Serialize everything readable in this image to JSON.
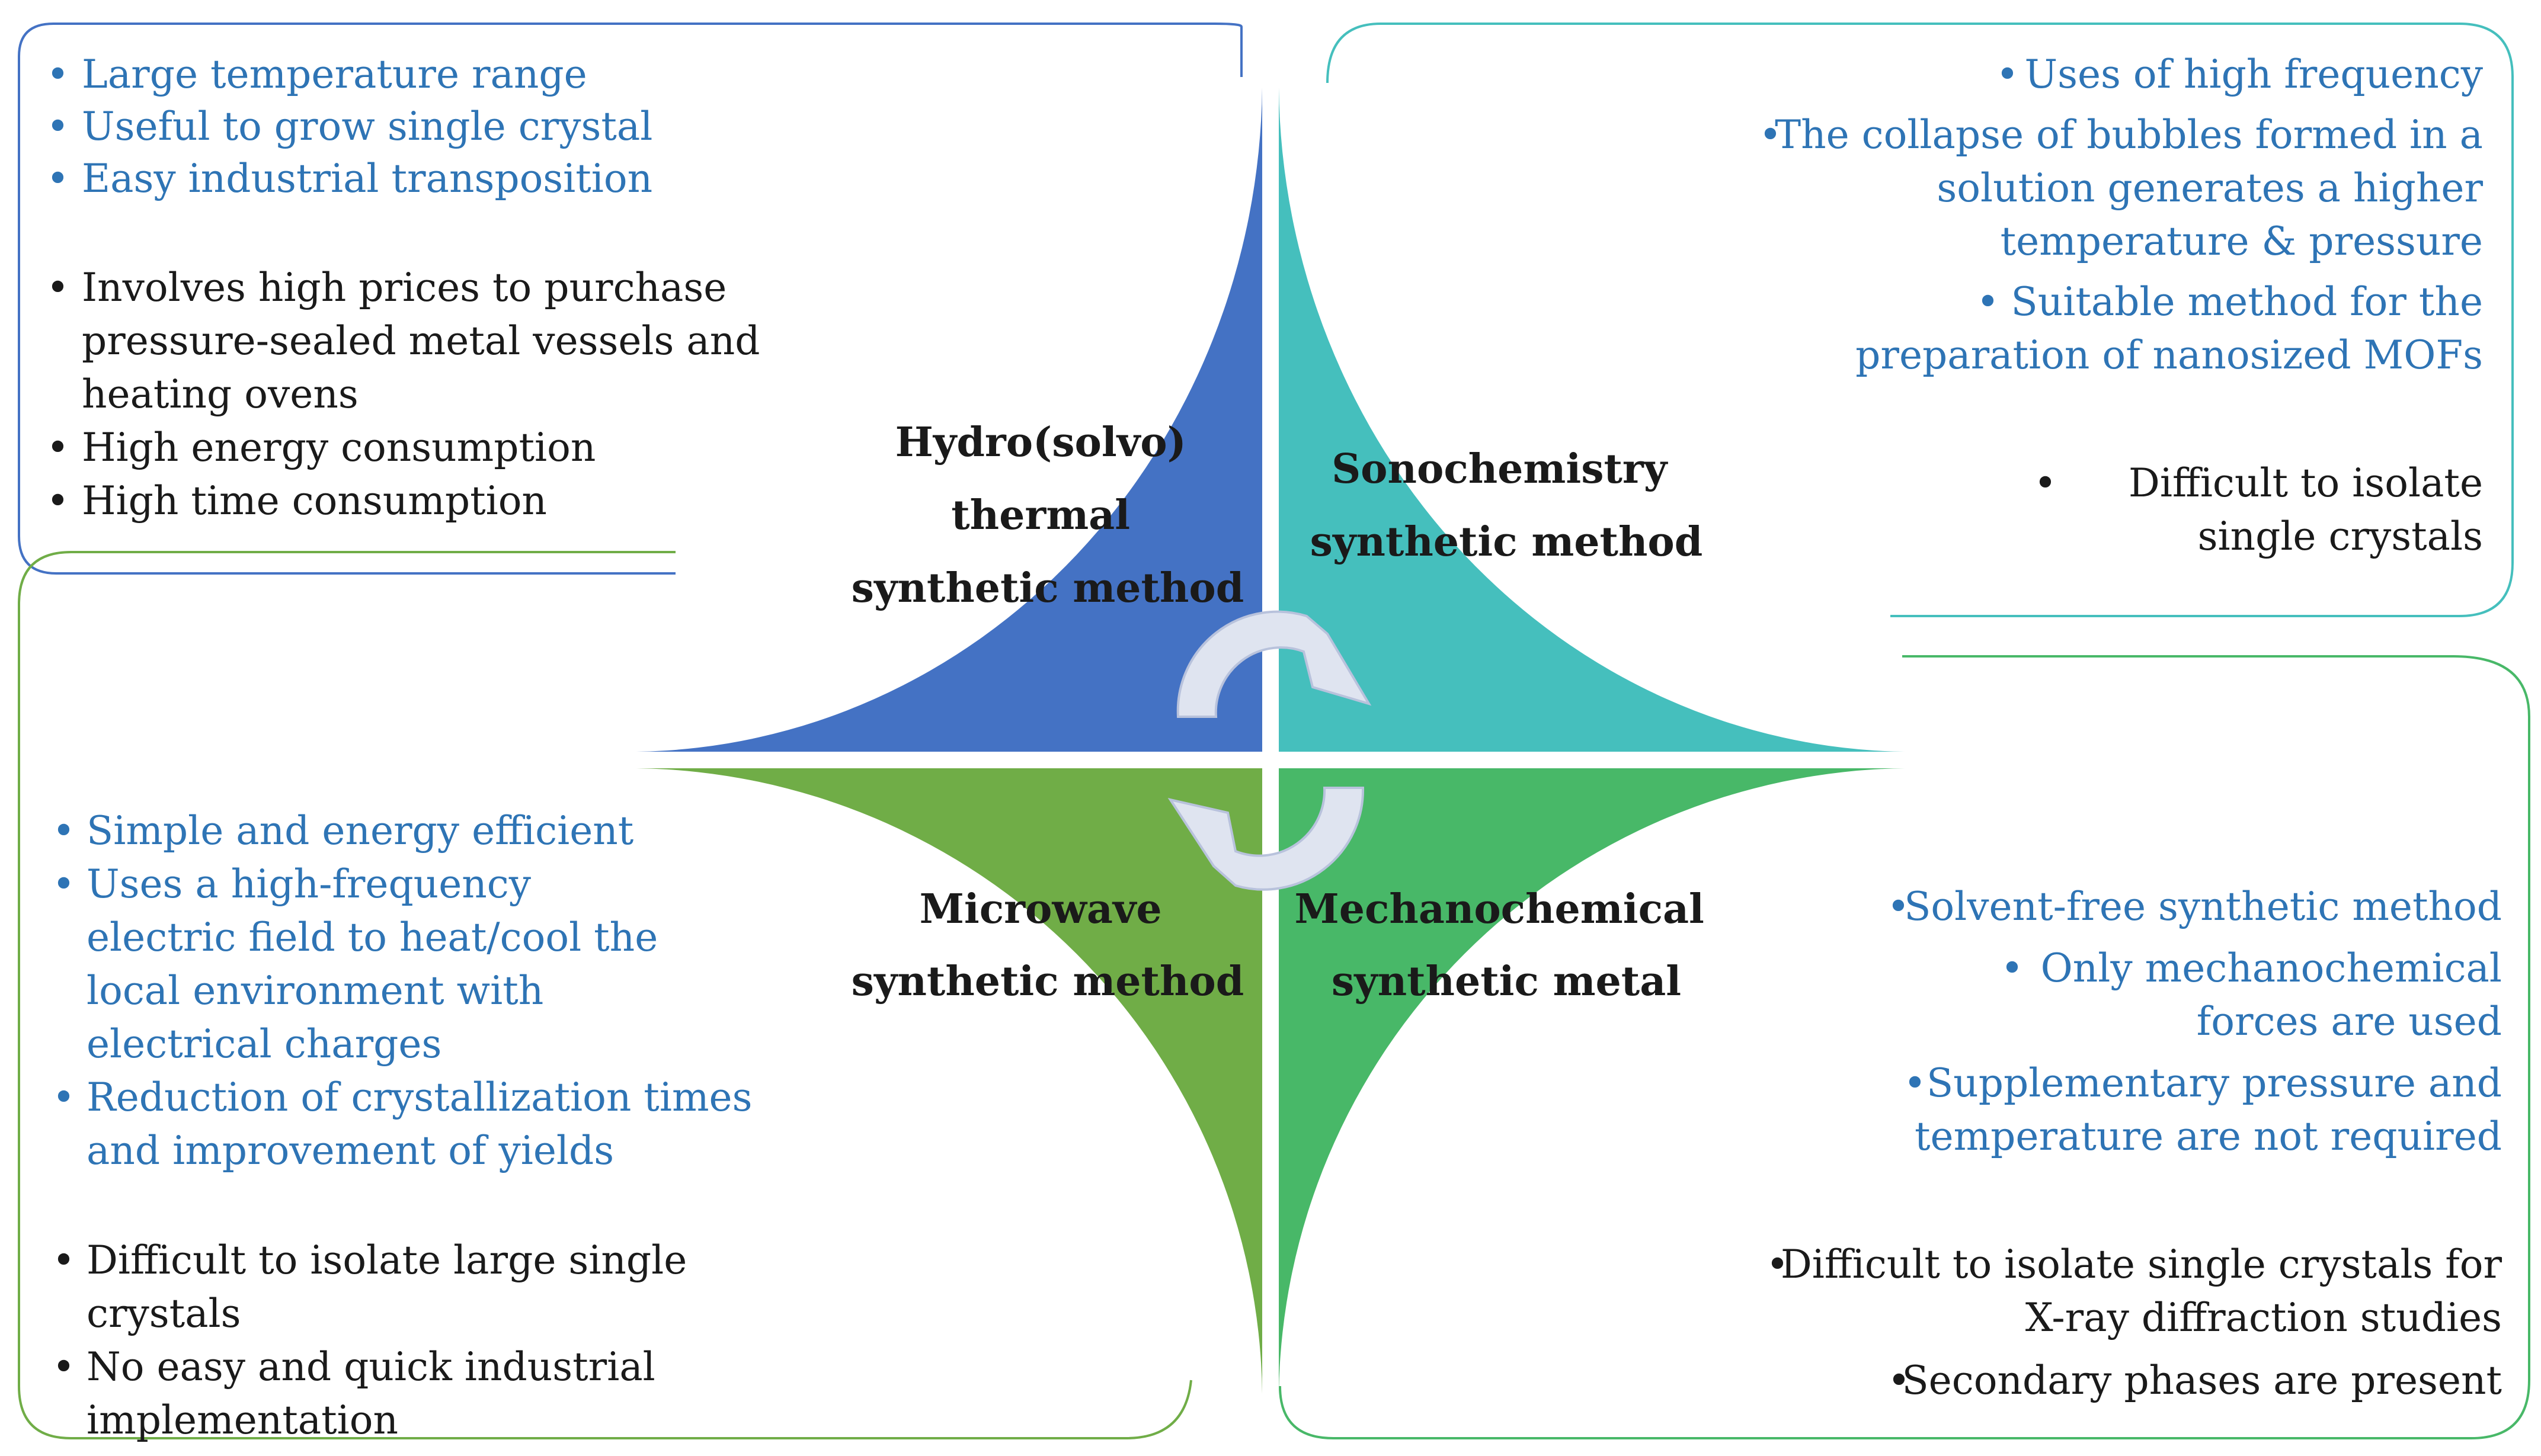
{
  "colors": {
    "hydro": "#4472c4",
    "sono": "#45bfbd",
    "micro": "#70ad47",
    "mechano": "#48b868",
    "box_hydro_border": "#4472c4",
    "box_sono_border": "#45bfbd",
    "box_micro_border": "#70ad47",
    "box_mechano_border": "#48b868",
    "pro_text": "#2e74b5",
    "con_text": "#1a1a1a",
    "arrow": "#dfe4f0"
  },
  "quadrants": {
    "hydro": {
      "title_lines": [
        "Hydro(solvo)",
        "thermal",
        "synthetic method"
      ]
    },
    "sono": {
      "title_lines": [
        "Sonochemistry",
        "synthetic method"
      ]
    },
    "micro": {
      "title_lines": [
        "Microwave",
        "synthetic method"
      ]
    },
    "mechano": {
      "title_lines": [
        "Mechanochemical",
        "synthetic metal"
      ]
    }
  },
  "boxes": {
    "hydro": {
      "advantages": [
        {
          "lines": [
            "Large temperature range"
          ]
        },
        {
          "lines": [
            "Useful to grow single crystal"
          ]
        },
        {
          "lines": [
            "Easy industrial transposition"
          ]
        }
      ],
      "disadvantages": [
        {
          "lines": [
            "Involves high prices to purchase",
            "pressure-sealed metal vessels and",
            "heating ovens"
          ]
        },
        {
          "lines": [
            "High energy consumption"
          ]
        },
        {
          "lines": [
            "High time consumption"
          ]
        }
      ]
    },
    "sono": {
      "advantages": [
        {
          "lines": [
            "Uses of high frequency"
          ]
        },
        {
          "lines": [
            "The collapse of bubbles formed in a",
            "solution generates a higher",
            "temperature & pressure"
          ]
        },
        {
          "lines": [
            "Suitable method for the",
            "preparation of  nanosized MOFs"
          ]
        }
      ],
      "disadvantages": [
        {
          "lines": [
            "Difficult to isolate",
            "single crystals"
          ]
        }
      ]
    },
    "micro": {
      "advantages": [
        {
          "lines": [
            "Simple and energy efficient"
          ]
        },
        {
          "lines": [
            "Uses a high-frequency",
            "electric field to heat/cool the",
            "local environment with",
            "electrical charges"
          ]
        },
        {
          "lines": [
            "Reduction of crystallization times",
            "and improvement of yields"
          ]
        }
      ],
      "disadvantages": [
        {
          "lines": [
            "Difficult to isolate large single",
            "crystals"
          ]
        },
        {
          "lines": [
            "No easy and quick industrial",
            "implementation"
          ]
        }
      ]
    },
    "mechano": {
      "advantages": [
        {
          "lines": [
            "Solvent-free synthetic method"
          ]
        },
        {
          "lines": [
            "Only mechanochemical",
            "forces are used"
          ]
        },
        {
          "lines": [
            "Supplementary pressure and",
            "temperature are not required"
          ]
        }
      ],
      "disadvantages": [
        {
          "lines": [
            "Difficult to isolate single crystals for",
            "X-ray diffraction studies"
          ]
        },
        {
          "lines": [
            "Secondary phases are present"
          ]
        }
      ]
    }
  }
}
